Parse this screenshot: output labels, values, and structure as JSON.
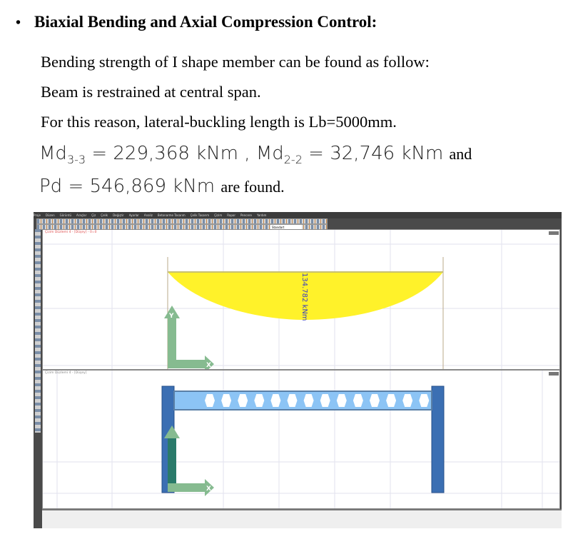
{
  "document": {
    "heading": "Biaxial Bending and Axial Compression Control:",
    "bullet": "•",
    "paragraphs": [
      "Bending strength of I shape member can be found as follow:",
      "Beam is restrained at central span.",
      "For this reason, lateral-buckling length is Lb=5000mm."
    ],
    "math": {
      "md33_label": "Md",
      "md33_sub": "3-3",
      "md33_value": "= 229,368 kNm ,",
      "md22_label": "Md",
      "md22_sub": "2-2",
      "md22_value": "= 32,746 kNm",
      "and": "and",
      "pd_value": "Pd = 546,869 kNm",
      "found": "are found."
    }
  },
  "screenshot": {
    "menu": [
      "Proje",
      "Düzen",
      "Görüntü",
      "Araçlar",
      "Çiz",
      "Çelik",
      "Değiştir",
      "Ayarlar",
      "Analiz",
      "Betonarme Tasarım",
      "Çelik Tasarım",
      "Çizim",
      "Rapor",
      "Pencere",
      "Yardım"
    ],
    "style_combo": "Standart",
    "top_view_label": "Çizim Düzlemi 4 - [Düşey] - 0=0",
    "bottom_view_label": "Çizim Düzlemi 4 - [Düşey]",
    "moment_label": "134.782 kNm",
    "axis_x": "X",
    "axis_y": "Y",
    "colors": {
      "moment_fill": "#fff22a",
      "column": "#3b6fb3",
      "beam": "#8cc4f5",
      "axis": "#86bb90",
      "view_label": "#e05050"
    }
  }
}
